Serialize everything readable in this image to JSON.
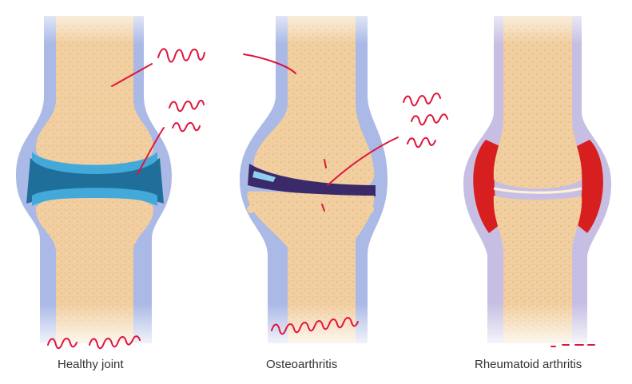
{
  "panels": [
    {
      "id": "healthy",
      "caption": "Healthy joint"
    },
    {
      "id": "osteo",
      "caption": "Osteoarthritis"
    },
    {
      "id": "rheum",
      "caption": "Rheumatoid arthritis"
    }
  ],
  "colors": {
    "bone": "#f2cfa0",
    "bone_dot": "#d9a86e",
    "capsule": "#aab9e6",
    "cartilage": "#43a9d9",
    "synovial_fluid": "#1f6f9a",
    "inflamed": "#d81f1f",
    "annotation_ink": "#e0143c"
  }
}
